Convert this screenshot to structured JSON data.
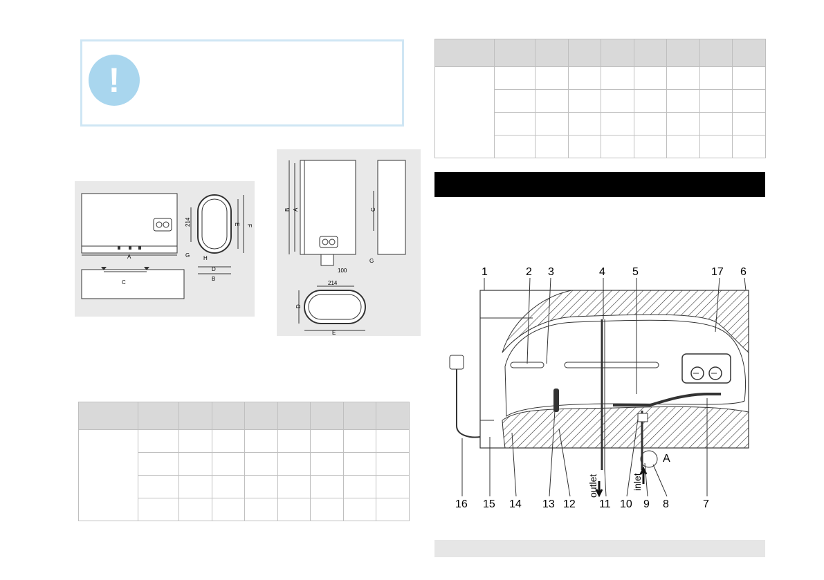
{
  "warning": {
    "symbol": "!"
  },
  "drawings": {
    "horizontal": {
      "dims": [
        "214",
        "A",
        "B",
        "C",
        "D",
        "E",
        "F",
        "G",
        "H"
      ]
    },
    "vertical": {
      "dims": [
        "214",
        "100",
        "A",
        "B",
        "C",
        "D",
        "E",
        "G"
      ]
    }
  },
  "diagram": {
    "labels": [
      "1",
      "2",
      "3",
      "4",
      "5",
      "17",
      "6",
      "16",
      "15",
      "14",
      "13",
      "12",
      "11",
      "10",
      "9",
      "8",
      "7"
    ],
    "outlet": "outlet",
    "inlet": "inlet",
    "detail": "A"
  },
  "colors": {
    "accent": "#a9d6ee",
    "table_head": "#d9d9d9",
    "bar": "#000000",
    "footer_bar": "#e6e6e6"
  }
}
